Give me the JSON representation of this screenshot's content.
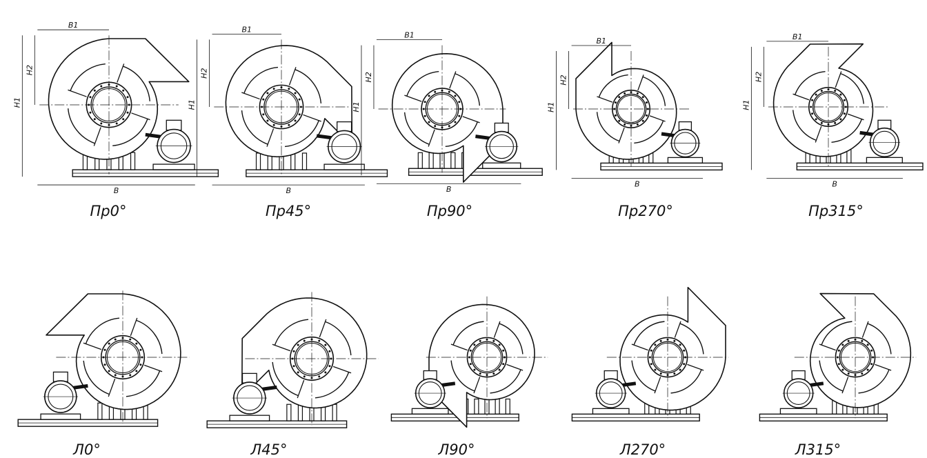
{
  "dimension_labels": {
    "width": "B",
    "width_half": "B1",
    "height_total": "H1",
    "height_axis": "H2"
  },
  "top_row": [
    {
      "caption": "Пр0°",
      "hand": "right",
      "angle": 0
    },
    {
      "caption": "Пр45°",
      "hand": "right",
      "angle": 45
    },
    {
      "caption": "Пр90°",
      "hand": "right",
      "angle": 90
    },
    {
      "caption": "Пр270°",
      "hand": "right",
      "angle": 270
    },
    {
      "caption": "Пр315°",
      "hand": "right",
      "angle": 315
    }
  ],
  "bottom_row": [
    {
      "caption": "Л0°",
      "hand": "left",
      "angle": 0
    },
    {
      "caption": "Л45°",
      "hand": "left",
      "angle": 45
    },
    {
      "caption": "Л90°",
      "hand": "left",
      "angle": 90
    },
    {
      "caption": "Л270°",
      "hand": "left",
      "angle": 270
    },
    {
      "caption": "Л315°",
      "hand": "left",
      "angle": 315
    }
  ]
}
